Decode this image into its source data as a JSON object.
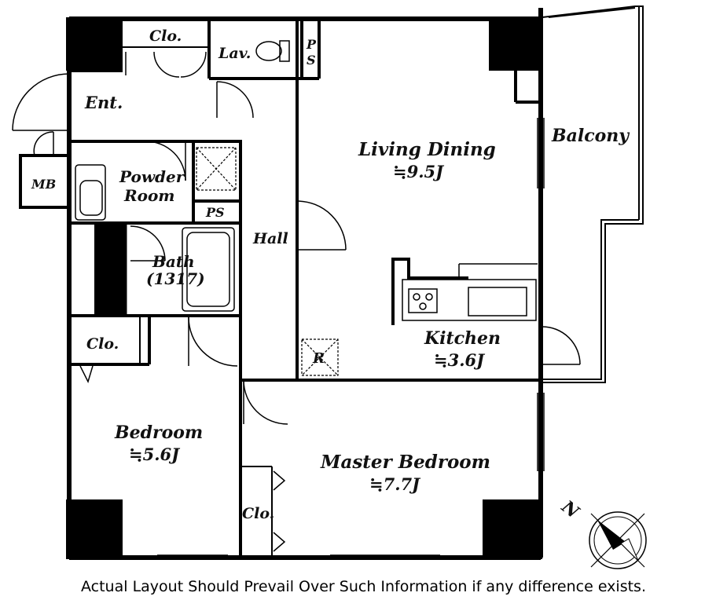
{
  "rooms": {
    "closet_top": "Clo.",
    "lavatory": "Lav.",
    "ps_vertical_p": "P",
    "ps_vertical_s": "S",
    "entrance": "Ent.",
    "mb": "MB",
    "powder_room_1": "Powder",
    "powder_room_2": "Room",
    "ps_small": "PS",
    "bath": "Bath",
    "bath_size": "(1317)",
    "hall": "Hall",
    "living_dining": "Living Dining",
    "living_dining_size": "≒9.5J",
    "balcony": "Balcony",
    "kitchen": "Kitchen",
    "kitchen_size": "≒3.6J",
    "refrigerator_mark": "R",
    "closet_left": "Clo.",
    "bedroom": "Bedroom",
    "bedroom_size": "≒5.6J",
    "master_bedroom": "Master Bedroom",
    "master_bedroom_size": "≒7.7J",
    "closet_bottom": "Clo."
  },
  "compass": {
    "north_label": "N"
  },
  "caption": "Actual Layout Should Prevail Over Such Information if any difference exists."
}
